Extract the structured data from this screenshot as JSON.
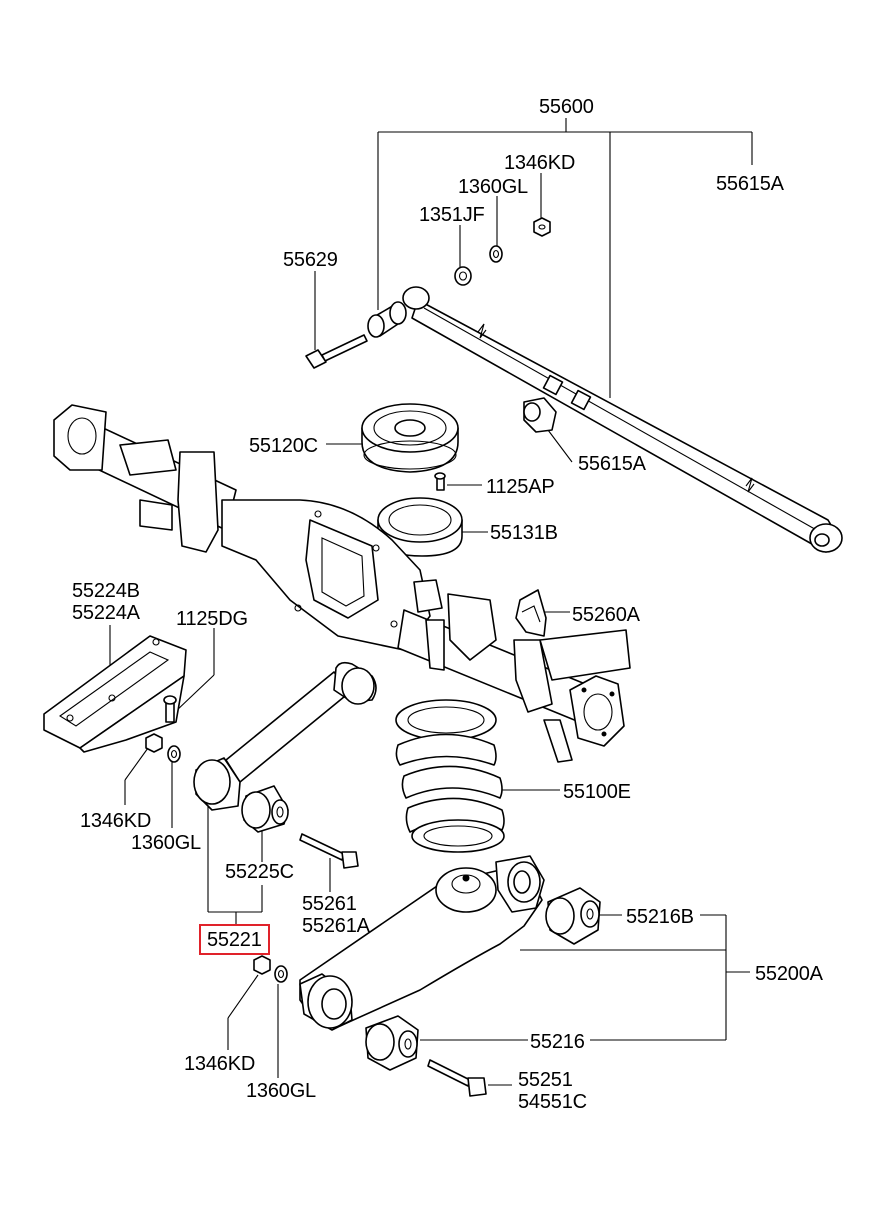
{
  "labels": {
    "l55600": "55600",
    "l55615A_top": "55615A",
    "l1346KD_top": "1346KD",
    "l1360GL_top": "1360GL",
    "l1351JF": "1351JF",
    "l55629": "55629",
    "l55120C": "55120C",
    "l55615A_mid": "55615A",
    "l1125AP": "1125AP",
    "l55131B": "55131B",
    "l55224B": "55224B",
    "l55224A": "55224A",
    "l1125DG": "1125DG",
    "l55260A": "55260A",
    "l55100E": "55100E",
    "l1346KD_left": "1346KD",
    "l1360GL_left": "1360GL",
    "l55225C": "55225C",
    "l55261": "55261",
    "l55261A": "55261A",
    "l55216B": "55216B",
    "l55221": "55221",
    "l55200A": "55200A",
    "l55216": "55216",
    "l1346KD_bot": "1346KD",
    "l1360GL_bot": "1360GL",
    "l55251": "55251",
    "l54551C": "54551C"
  },
  "highlight": {
    "part_number": "55221",
    "color": "#e0222a"
  }
}
